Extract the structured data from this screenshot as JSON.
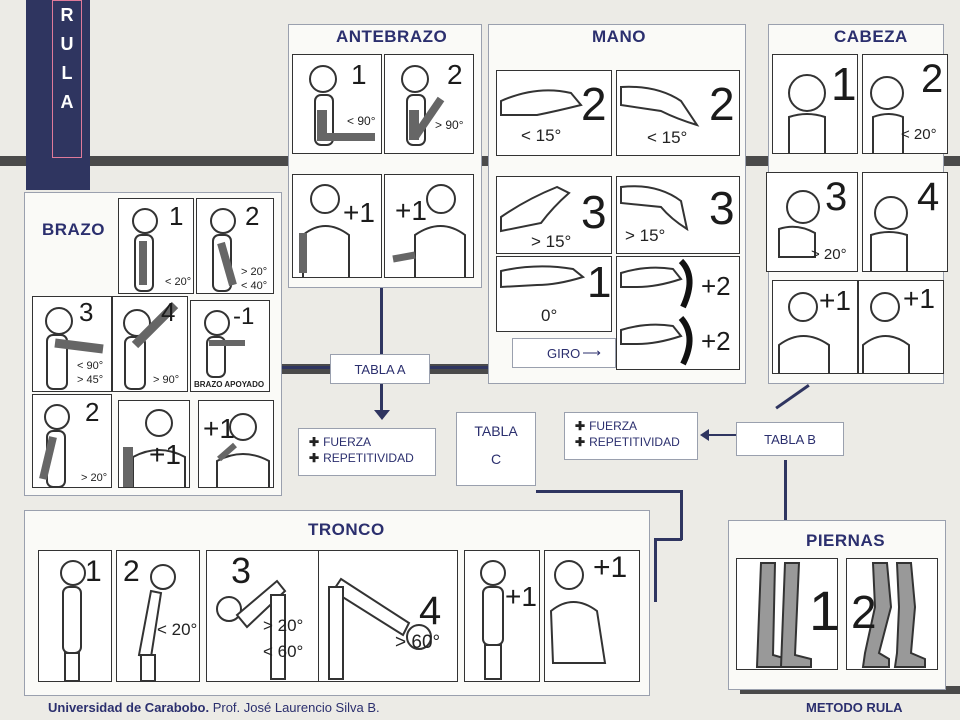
{
  "sidebar": {
    "letters": [
      "R",
      "U",
      "L",
      "A"
    ]
  },
  "titles": {
    "antebrazo": "ANTEBRAZO",
    "mano": "MANO",
    "cabeza": "CABEZA",
    "brazo": "BRAZO",
    "tronco": "TRONCO",
    "piernas": "PIERNAS"
  },
  "tables": {
    "a": "TABLA A",
    "b": "TABLA B",
    "c_line1": "TABLA",
    "c_line2": "C"
  },
  "extras": {
    "fuerza": "FUERZA",
    "repetitividad": "REPETITIVIDAD"
  },
  "antebrazo": {
    "cards": [
      {
        "score": "1",
        "note": "< 90°"
      },
      {
        "score": "2",
        "note": "> 90°"
      },
      {
        "score": "+1",
        "note": ""
      },
      {
        "score": "+1",
        "note": ""
      }
    ]
  },
  "mano": {
    "cards": [
      {
        "score": "2",
        "note": "< 15°"
      },
      {
        "score": "2",
        "note": "< 15°"
      },
      {
        "score": "3",
        "note": "> 15°"
      },
      {
        "score": "3",
        "note": "> 15°"
      },
      {
        "score": "1",
        "note": "0°"
      },
      {
        "score": "+2",
        "note": ""
      },
      {
        "score": "+2",
        "note": ""
      }
    ],
    "giro": "GIRO"
  },
  "cabeza": {
    "cards": [
      {
        "score": "1",
        "note": ""
      },
      {
        "score": "2",
        "note": "< 20°"
      },
      {
        "score": "3",
        "note": "> 20°"
      },
      {
        "score": "4",
        "note": ""
      },
      {
        "score": "+1",
        "note": ""
      },
      {
        "score": "+1",
        "note": ""
      }
    ]
  },
  "brazo": {
    "cards": [
      {
        "score": "1",
        "note": ""
      },
      {
        "score": "2",
        "note": "> 20°"
      },
      {
        "score": "",
        "note": "< 20°"
      },
      {
        "score": "",
        "note": "< 40°"
      },
      {
        "score": "3",
        "note": "< 90°"
      },
      {
        "score": "",
        "note": "> 45°"
      },
      {
        "score": "4",
        "note": "> 90°"
      },
      {
        "score": "-1",
        "note": "BRAZO APOYADO"
      },
      {
        "score": "2",
        "note": "> 20°"
      },
      {
        "score": "+1",
        "note": ""
      },
      {
        "score": "+1",
        "note": ""
      }
    ]
  },
  "tronco": {
    "cards": [
      {
        "score": "1",
        "note": ""
      },
      {
        "score": "2",
        "note": "< 20°"
      },
      {
        "score": "3",
        "note": "> 20°"
      },
      {
        "score": "",
        "note": "< 60°"
      },
      {
        "score": "4",
        "note": "> 60°"
      },
      {
        "score": "+1",
        "note": ""
      },
      {
        "score": "+1",
        "note": ""
      }
    ]
  },
  "piernas": {
    "cards": [
      {
        "score": "1",
        "note": ""
      },
      {
        "score": "2",
        "note": ""
      }
    ]
  },
  "footer": {
    "org": "Universidad de Carabobo.",
    "author": " Prof. José Laurencio Silva B.",
    "method": "METODO RULA"
  }
}
